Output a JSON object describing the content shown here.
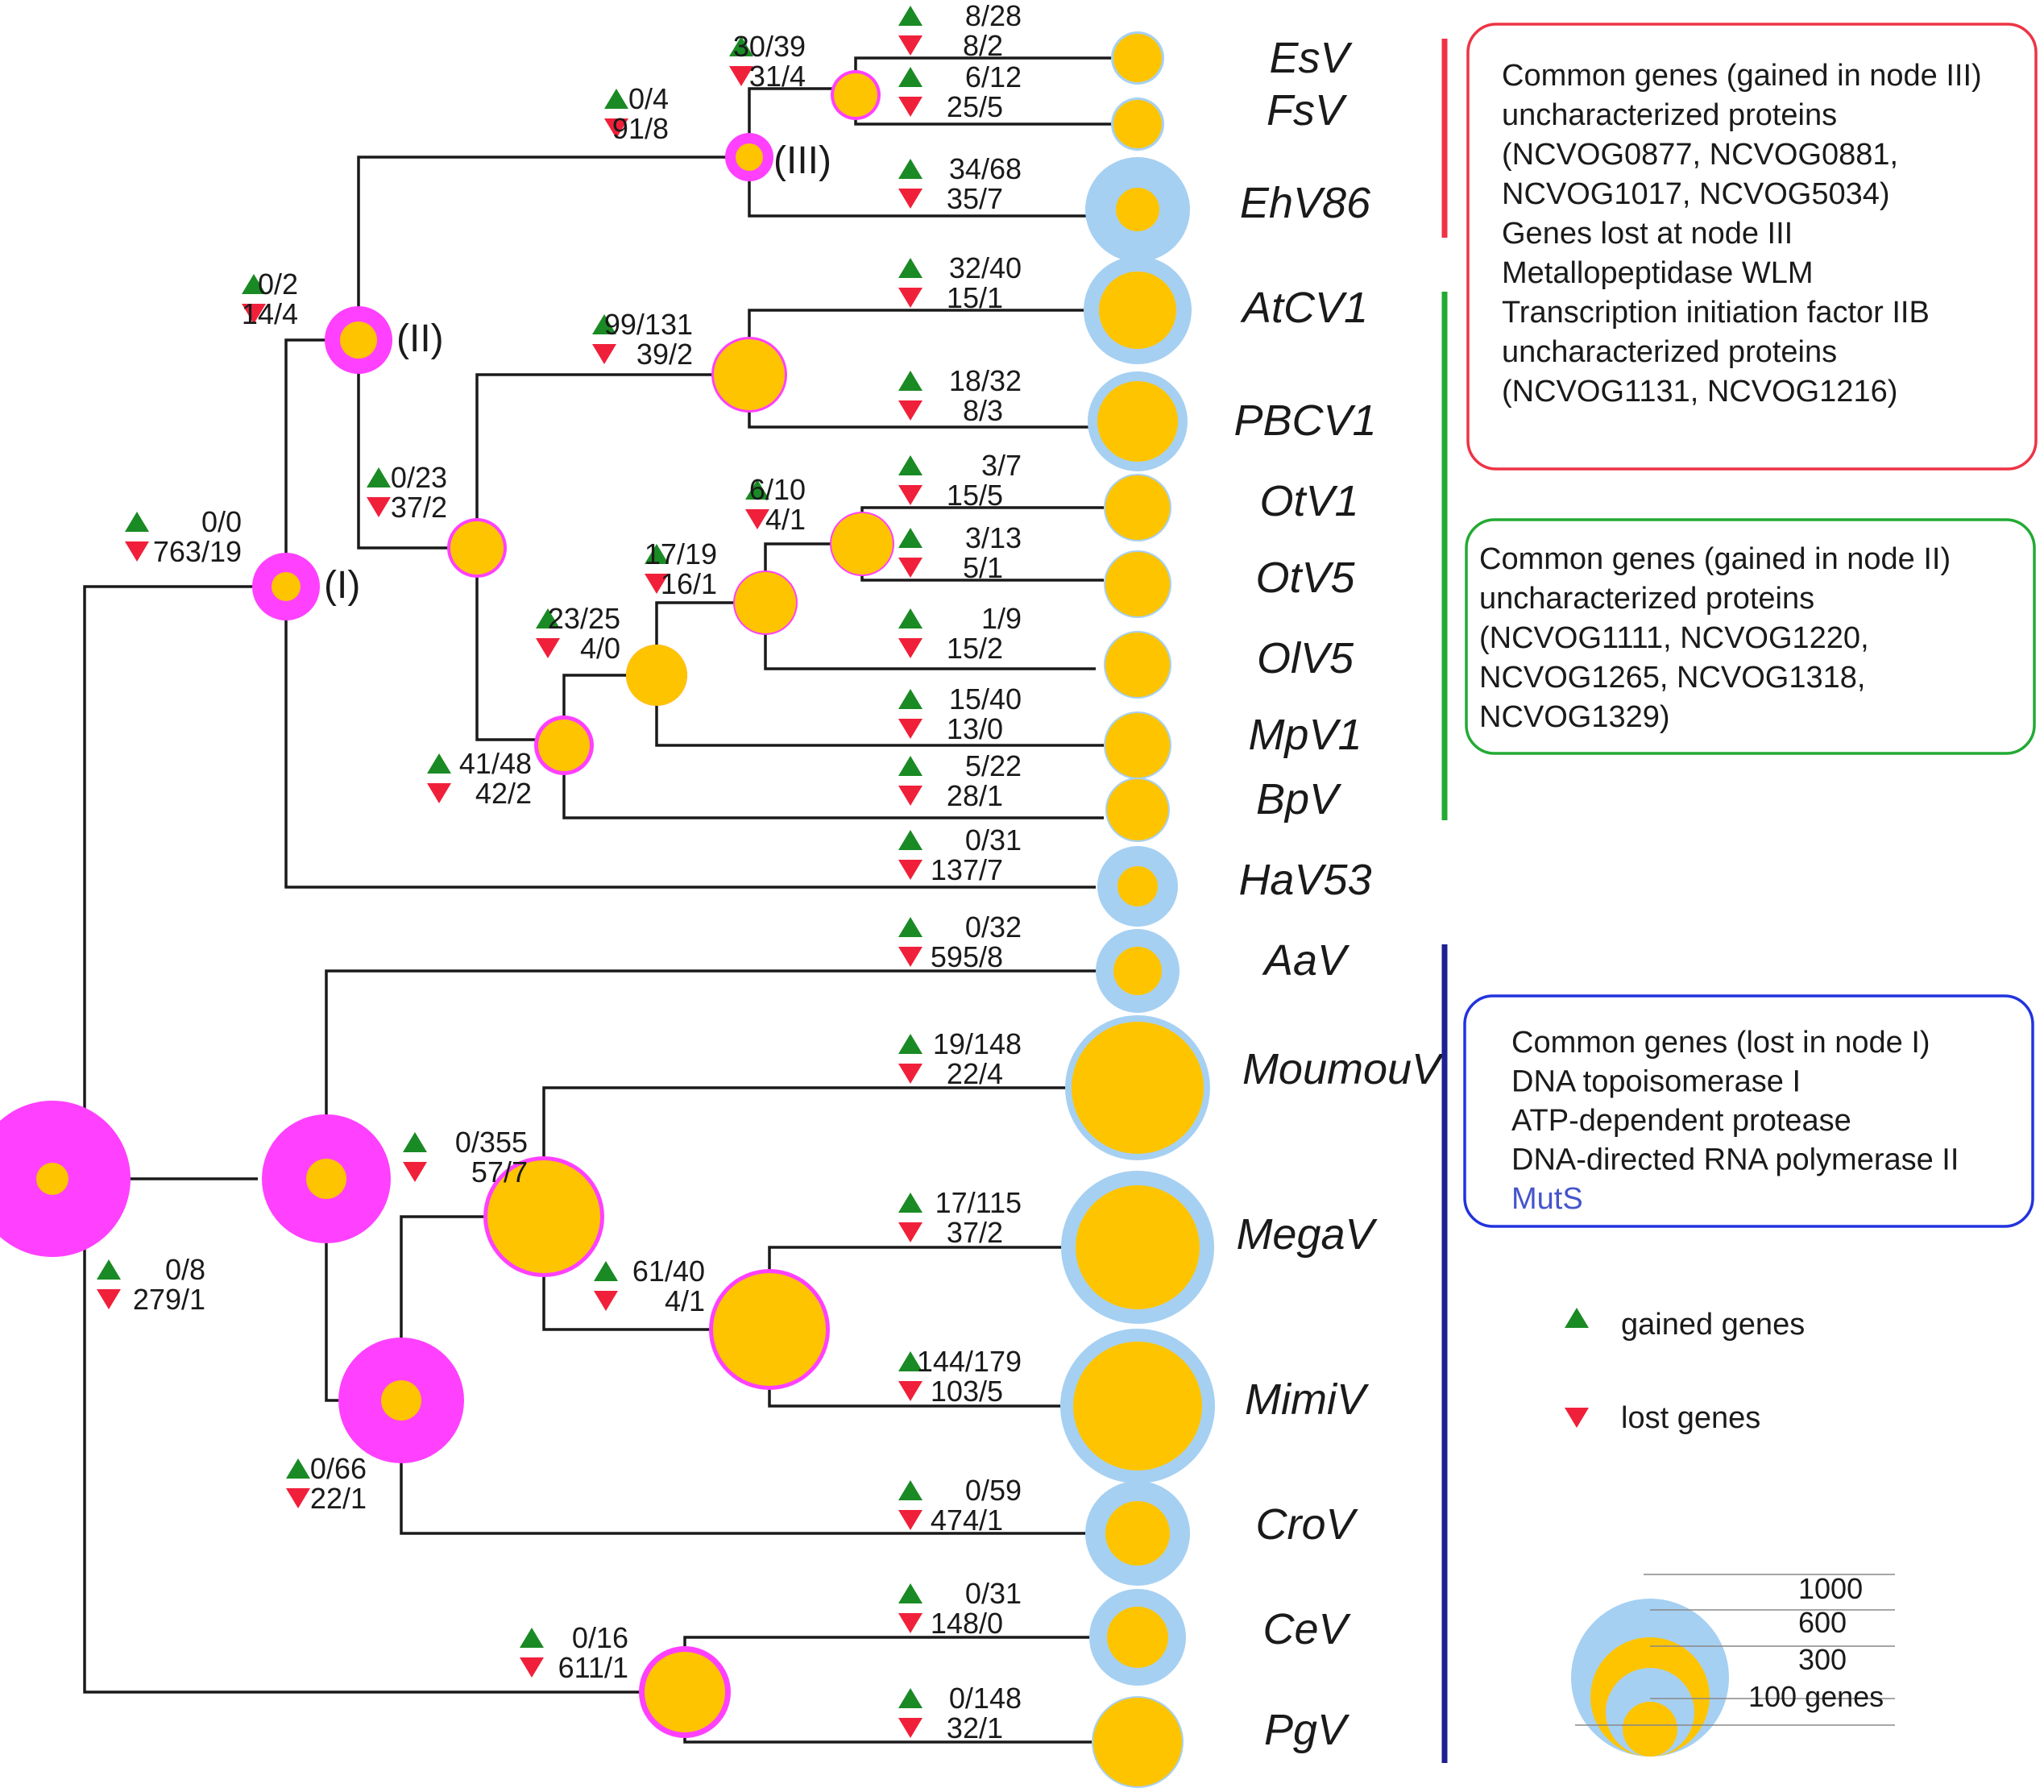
{
  "colors": {
    "ancestral": "#ff40ff",
    "modern_total": "#a6d0f2",
    "core": "#ffc400",
    "gain": "#1a8a24",
    "loss": "#f0203a",
    "red_group": "#ee3345",
    "green_group": "#22aa33",
    "blue_group": "#1f1f8f",
    "box_text_blue": "#4455cc"
  },
  "species": [
    "EsV",
    "FsV",
    "EhV86",
    "AtCV1",
    "PBCV1",
    "OtV1",
    "OtV5",
    "OlV5",
    "MpV1",
    "BpV",
    "HaV53",
    "AaV",
    "MoumouV",
    "MegaV",
    "MimiV",
    "CroV",
    "CeV",
    "PgV"
  ],
  "node_labels": [
    "(I)",
    "(II)",
    "(III)"
  ],
  "gain_loss_counts": [
    {
      "gain": "8/28",
      "loss": "8/2"
    },
    {
      "gain": "6/12",
      "loss": "25/5"
    },
    {
      "gain": "34/68",
      "loss": "35/7"
    },
    {
      "gain": "32/40",
      "loss": "15/1"
    },
    {
      "gain": "18/32",
      "loss": "8/3"
    },
    {
      "gain": "3/7",
      "loss": "15/5"
    },
    {
      "gain": "3/13",
      "loss": "5/1"
    },
    {
      "gain": "1/9",
      "loss": "15/2"
    },
    {
      "gain": "15/40",
      "loss": "13/0"
    },
    {
      "gain": "5/22",
      "loss": "28/1"
    },
    {
      "gain": "0/31",
      "loss": "137/7"
    },
    {
      "gain": "0/32",
      "loss": "595/8"
    },
    {
      "gain": "19/148",
      "loss": "22/4"
    },
    {
      "gain": "17/115",
      "loss": "37/2"
    },
    {
      "gain": "144/179",
      "loss": "103/5"
    },
    {
      "gain": "0/59",
      "loss": "474/1"
    },
    {
      "gain": "0/31",
      "loss": "148/0"
    },
    {
      "gain": "0/148",
      "loss": "32/1"
    },
    {
      "gain": "30/39",
      "loss": "31/4"
    },
    {
      "gain": "0/4",
      "loss": "91/8"
    },
    {
      "gain": "0/2",
      "loss": "14/4"
    },
    {
      "gain": "99/131",
      "loss": "39/2"
    },
    {
      "gain": "0/23",
      "loss": "37/2"
    },
    {
      "gain": "6/10",
      "loss": "4/1"
    },
    {
      "gain": "17/19",
      "loss": "16/1"
    },
    {
      "gain": "23/25",
      "loss": "4/0"
    },
    {
      "gain": "41/48",
      "loss": "42/2"
    },
    {
      "gain": "0/0",
      "loss": "763/19"
    },
    {
      "gain": "0/355",
      "loss": "57/7"
    },
    {
      "gain": "61/40",
      "loss": "4/1"
    },
    {
      "gain": "0/66",
      "loss": "22/1"
    },
    {
      "gain": "0/8",
      "loss": "279/1"
    },
    {
      "gain": "0/16",
      "loss": "611/1"
    }
  ],
  "boxes": [
    {
      "color": "red",
      "lines": [
        "Common genes (gained in node III)",
        "uncharacterized proteins",
        "(NCVOG0877, NCVOG0881,",
        " NCVOG1017, NCVOG5034)",
        "Genes lost at node III",
        "Metallopeptidase WLM",
        "Transcription initiation factor IIB",
        "uncharacterized proteins",
        "(NCVOG1131, NCVOG1216)"
      ]
    },
    {
      "color": "green",
      "lines": [
        "Common genes (gained in node  II)",
        "uncharacterized proteins",
        "(NCVOG1111, NCVOG1220,",
        "NCVOG1265, NCVOG1318,",
        "NCVOG1329)"
      ]
    },
    {
      "color": "blue",
      "lines": [
        "Common genes (lost in node I)",
        "DNA topoisomerase I",
        "ATP-dependent protease",
        "DNA-directed RNA polymerase II",
        "MutS"
      ]
    }
  ],
  "legend": {
    "gained": "gained genes",
    "lost": "lost genes"
  },
  "size_scale": [
    "1000",
    "600",
    "300",
    "100 genes"
  ]
}
